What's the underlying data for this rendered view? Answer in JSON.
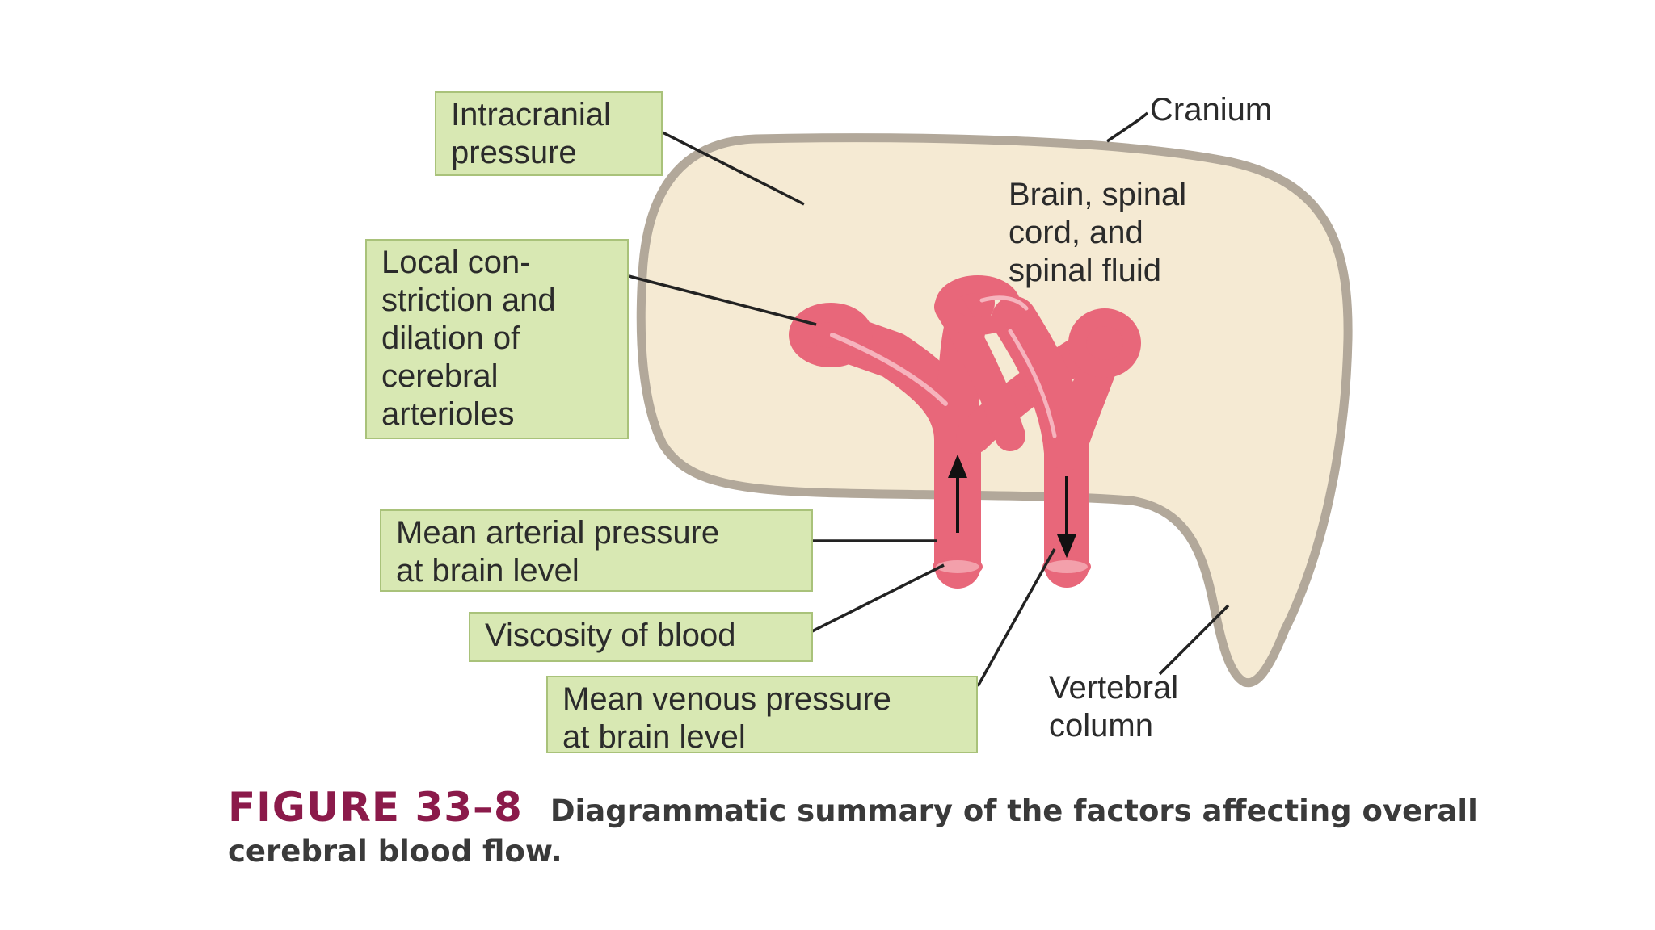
{
  "labels": {
    "intracranial_pressure": "Intracranial\npressure",
    "local_constriction": "Local con-\nstriction and\ndilation of\ncerebral\narterioles",
    "mean_arterial_pressure": "Mean arterial pressure\nat brain level",
    "viscosity": "Viscosity of blood",
    "mean_venous_pressure": "Mean venous pressure\nat brain level",
    "cranium": "Cranium",
    "brain": "Brain, spinal\ncord, and\nspinal fluid",
    "vertebral_column": "Vertebral\ncolumn"
  },
  "caption": {
    "figure_number": "FIGURE 33–8",
    "text": "Diagrammatic summary of the factors affecting overall cerebral blood flow."
  },
  "colors": {
    "label_box_fill": "#d8e8b3",
    "label_box_border": "#a9c27a",
    "cranium_fill": "#f5ead3",
    "cranium_wall": "#b2a89a",
    "vessel": "#e8677a",
    "vessel_highlight": "#f6b3bd",
    "figure_number": "#8b1a4a"
  }
}
